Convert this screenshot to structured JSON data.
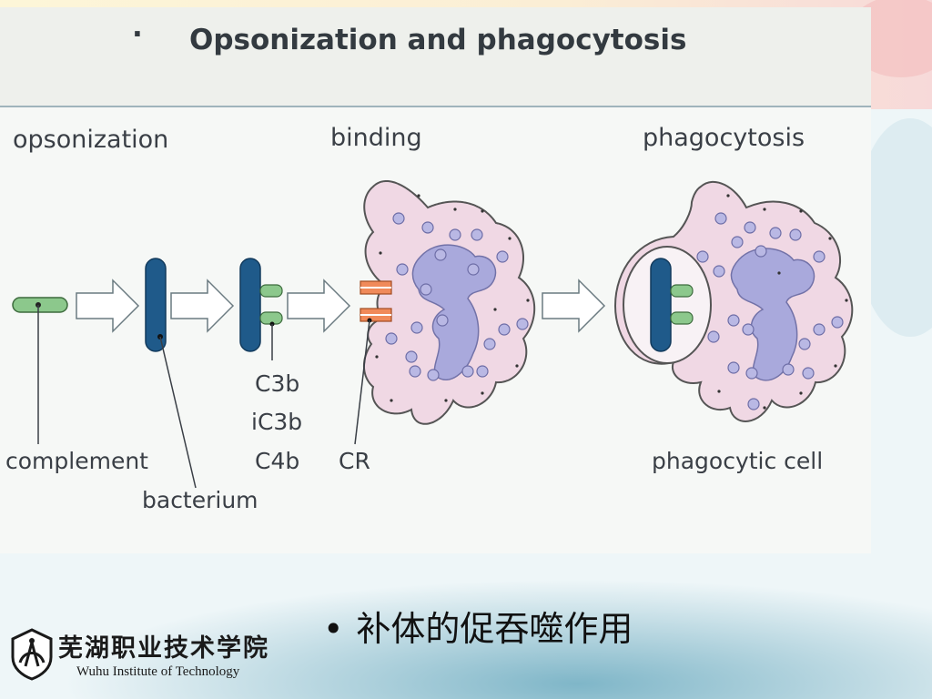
{
  "slide": {
    "title": "Opsonization and phagocytosis",
    "stages": {
      "opsonization": "opsonization",
      "binding": "binding",
      "phagocytosis": "phagocytosis"
    },
    "labels": {
      "complement": "complement",
      "bacterium": "bacterium",
      "c3b": "C3b",
      "ic3b": "iC3b",
      "c4b": "C4b",
      "cr": "CR",
      "phagocytic_cell": "phagocytic cell"
    },
    "bullet_text": "补体的促吞噬作用"
  },
  "logo": {
    "name_cn": "芜湖职业技术学院",
    "name_en": "Wuhu Institute of Technology"
  },
  "colors": {
    "bacterium": "#1f5a8a",
    "complement": "#8cc88c",
    "cell_body": "#f0d8e4",
    "nucleus": "#a9a9dc",
    "receptor": "#f08a5a",
    "arrow_fill": "#ffffff"
  }
}
